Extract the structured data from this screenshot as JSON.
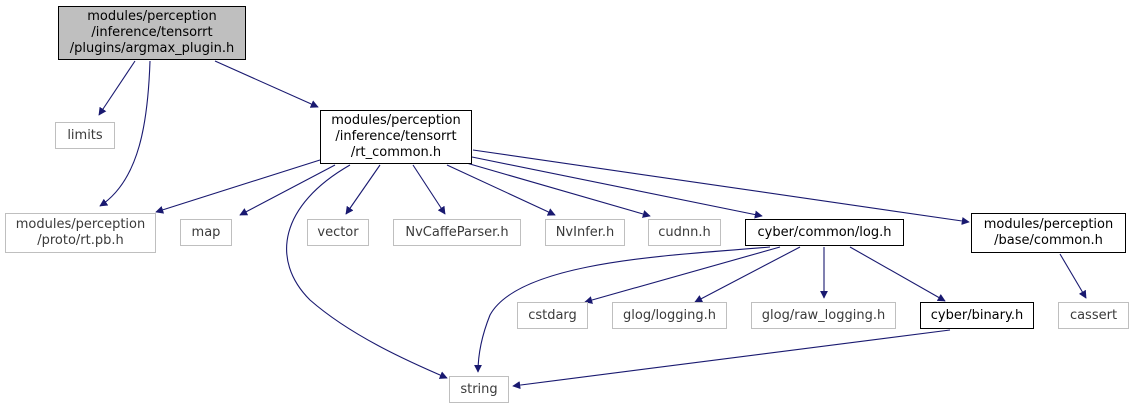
{
  "colors": {
    "edge": "#191970",
    "root_fill": "#bfbfbf",
    "external_border": "#bfbfbf",
    "internal_border": "#000000"
  },
  "nodes": {
    "root": {
      "text": "modules/perception\n/inference/tensorrt\n/plugins/argmax_plugin.h"
    },
    "limits": {
      "text": "limits"
    },
    "rt_common": {
      "text": "modules/perception\n/inference/tensorrt\n/rt_common.h"
    },
    "rt_pb": {
      "text": "modules/perception\n/proto/rt.pb.h"
    },
    "map": {
      "text": "map"
    },
    "vector": {
      "text": "vector"
    },
    "nvcaffe": {
      "text": "NvCaffeParser.h"
    },
    "nvinfer": {
      "text": "NvInfer.h"
    },
    "cudnn": {
      "text": "cudnn.h"
    },
    "log": {
      "text": "cyber/common/log.h"
    },
    "base_common": {
      "text": "modules/perception\n/base/common.h"
    },
    "cstdarg": {
      "text": "cstdarg"
    },
    "glog_logging": {
      "text": "glog/logging.h"
    },
    "glog_raw": {
      "text": "glog/raw_logging.h"
    },
    "binary": {
      "text": "cyber/binary.h"
    },
    "cassert": {
      "text": "cassert"
    },
    "string": {
      "text": "string"
    }
  },
  "edges": [
    [
      "root",
      "limits"
    ],
    [
      "root",
      "rt_pb"
    ],
    [
      "root",
      "rt_common"
    ],
    [
      "rt_common",
      "rt_pb"
    ],
    [
      "rt_common",
      "map"
    ],
    [
      "rt_common",
      "string"
    ],
    [
      "rt_common",
      "vector"
    ],
    [
      "rt_common",
      "nvcaffe"
    ],
    [
      "rt_common",
      "nvinfer"
    ],
    [
      "rt_common",
      "cudnn"
    ],
    [
      "rt_common",
      "log"
    ],
    [
      "rt_common",
      "base_common"
    ],
    [
      "log",
      "string"
    ],
    [
      "log",
      "cstdarg"
    ],
    [
      "log",
      "glog_logging"
    ],
    [
      "log",
      "glog_raw"
    ],
    [
      "log",
      "binary"
    ],
    [
      "base_common",
      "cassert"
    ],
    [
      "binary",
      "string"
    ]
  ]
}
